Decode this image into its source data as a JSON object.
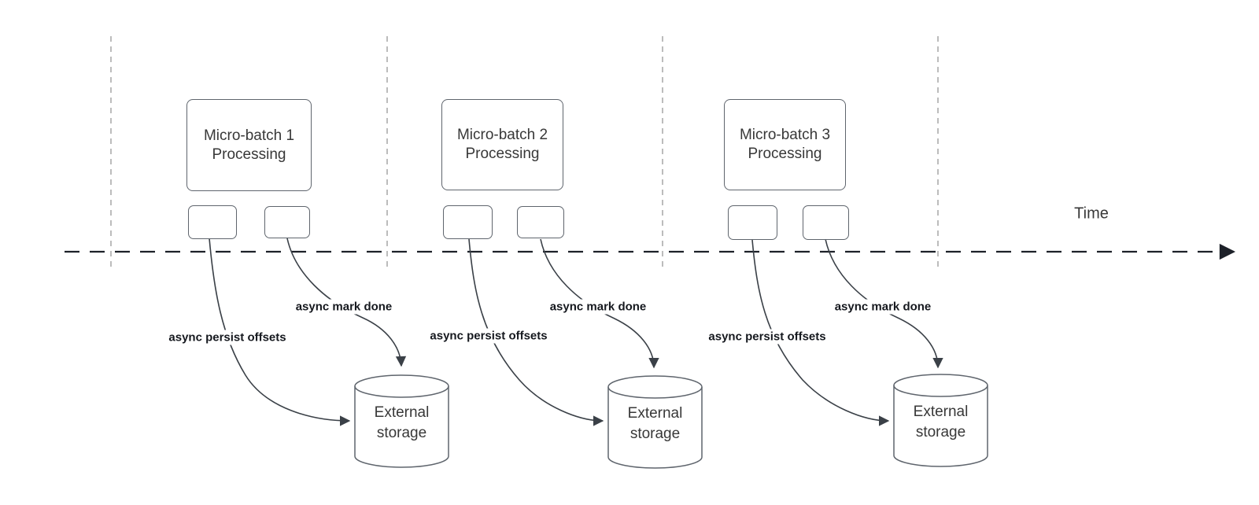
{
  "diagram": {
    "time_axis_label": "Time",
    "groups": [
      {
        "process_label": "Micro-batch 1\nProcessing",
        "persist_label": "async persist offsets",
        "mark_done_label": "async mark done",
        "storage_label": "External\nstorage"
      },
      {
        "process_label": "Micro-batch 2\nProcessing",
        "persist_label": "async persist offsets",
        "mark_done_label": "async mark done",
        "storage_label": "External\nstorage"
      },
      {
        "process_label": "Micro-batch 3\nProcessing",
        "persist_label": "async persist offsets",
        "mark_done_label": "async mark done",
        "storage_label": "External\nstorage"
      }
    ],
    "colors": {
      "shape_stroke": "#5f656d",
      "connector_stroke": "#3a4047",
      "timeline_stroke": "#1d2129",
      "guide_stroke": "#ababab",
      "label_text": "#15181e",
      "shape_text": "#383838",
      "canvas_bg": "#ffffff"
    }
  }
}
